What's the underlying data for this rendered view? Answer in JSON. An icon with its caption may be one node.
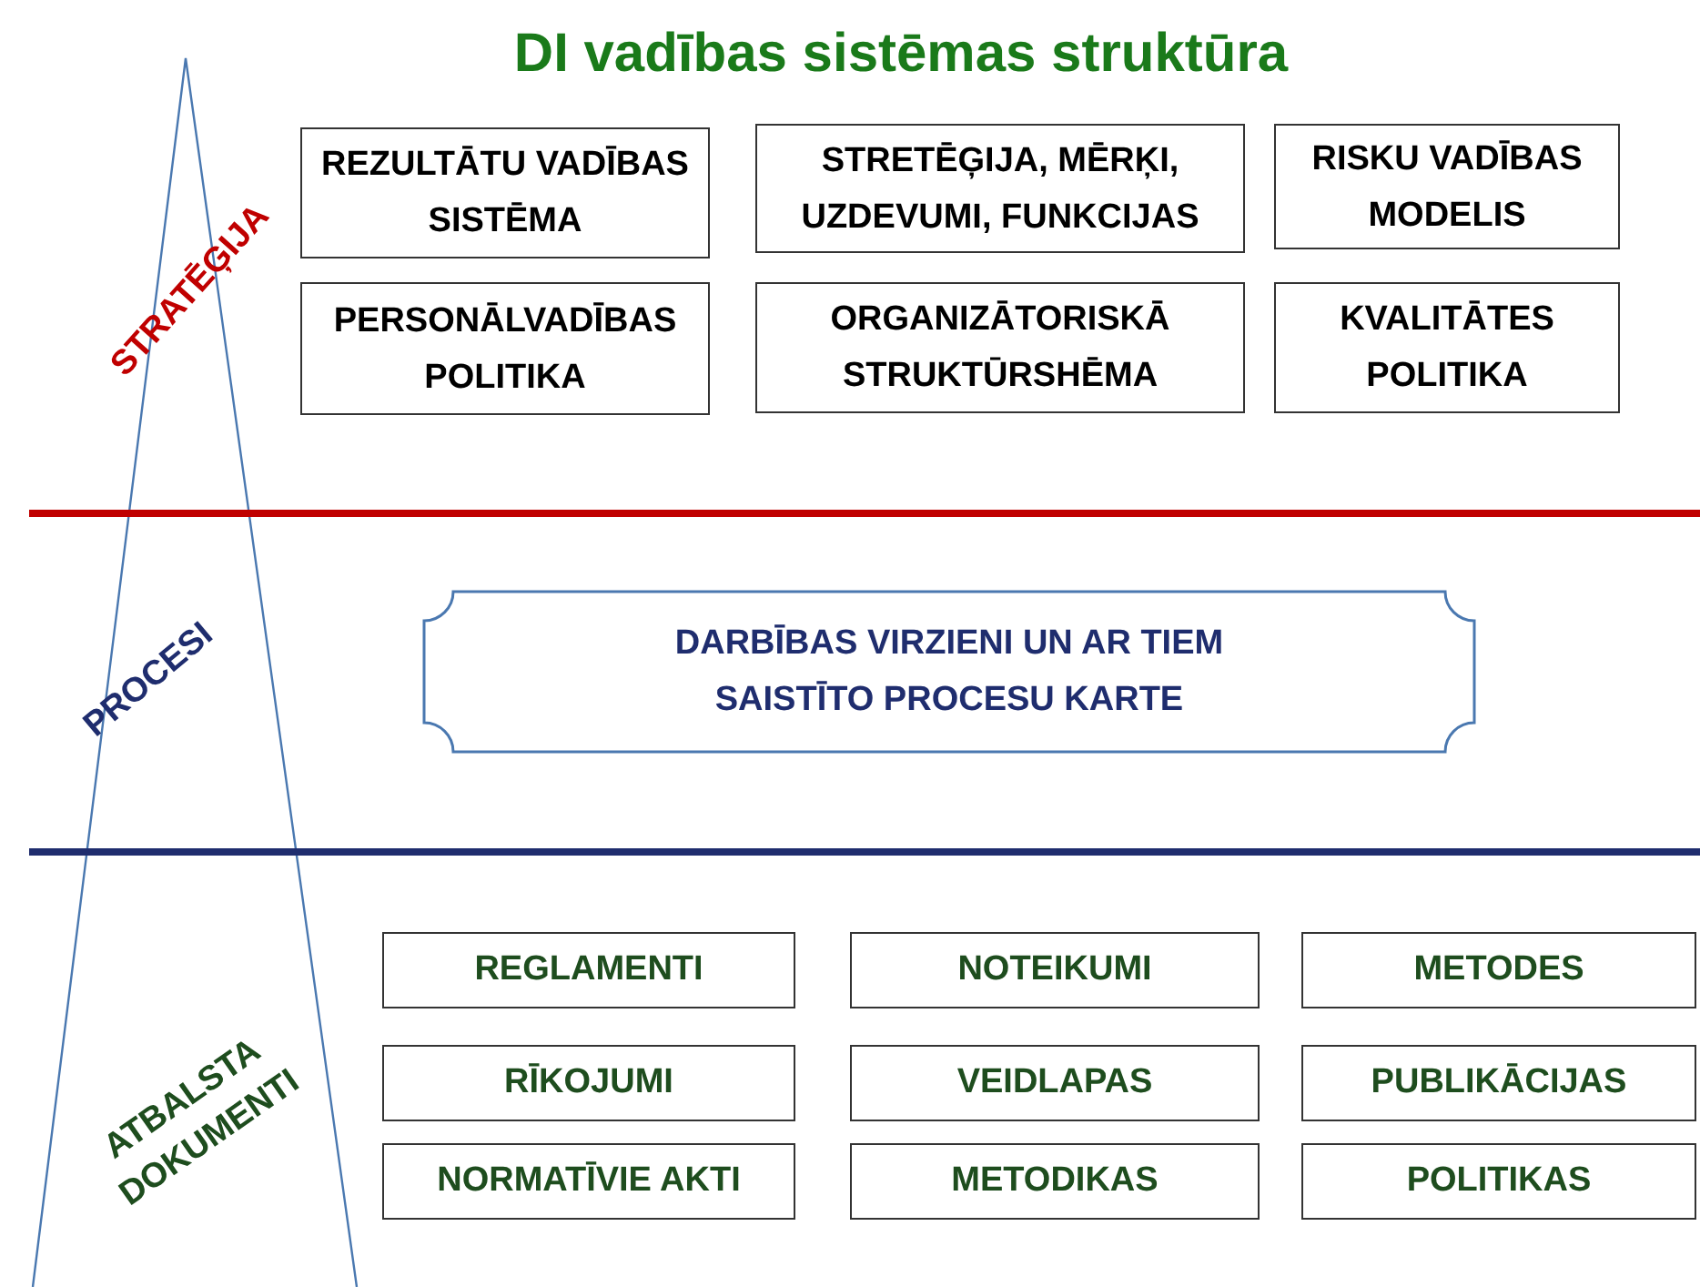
{
  "diagram": {
    "title": "DI vadības sistēmas struktūra",
    "nodes": [
      {
        "text": [
          "REZULTĀTU VADĪBAS SISTĒMA"
        ]
      },
      {
        "text": [
          "STRETĒĢIJA, MĒRĶI, UZDEVUMI, FUNKCIJAS"
        ]
      },
      {
        "text": [
          "RISKU VADĪBAS MODELIS"
        ]
      },
      {
        "text": [
          "PERSONĀLVADĪBAS POLITIKA"
        ]
      },
      {
        "text": [
          "ORGANIZĀTORISKĀ STRUKTŪRSHĒMA"
        ]
      },
      {
        "text": [
          "KVALITĀTES POLITIKA"
        ]
      },
      {
        "text": [
          "DARBĪBAS VIRZIENI UN AR TIEM SAISTĪTO PROCESU KARTE"
        ]
      },
      {
        "text": [
          "REGLAMENTI"
        ]
      },
      {
        "text": [
          "NOTEIKUMI"
        ]
      },
      {
        "text": [
          "METODES"
        ]
      },
      {
        "text": [
          "RĪKOJUMI"
        ]
      },
      {
        "text": [
          "VEIDLAPAS"
        ]
      },
      {
        "text": [
          "PUBLIKĀCIJAS"
        ]
      },
      {
        "text": [
          "NORMATĪVIE AKTI"
        ]
      },
      {
        "text": [
          "METODIKAS"
        ]
      },
      {
        "text": [
          "POLITIKAS"
        ]
      }
    ],
    "labels": [
      "STRATĒĢIJA",
      "PROCESI",
      "ATBALSTA DOKUMENTI"
    ]
  }
}
